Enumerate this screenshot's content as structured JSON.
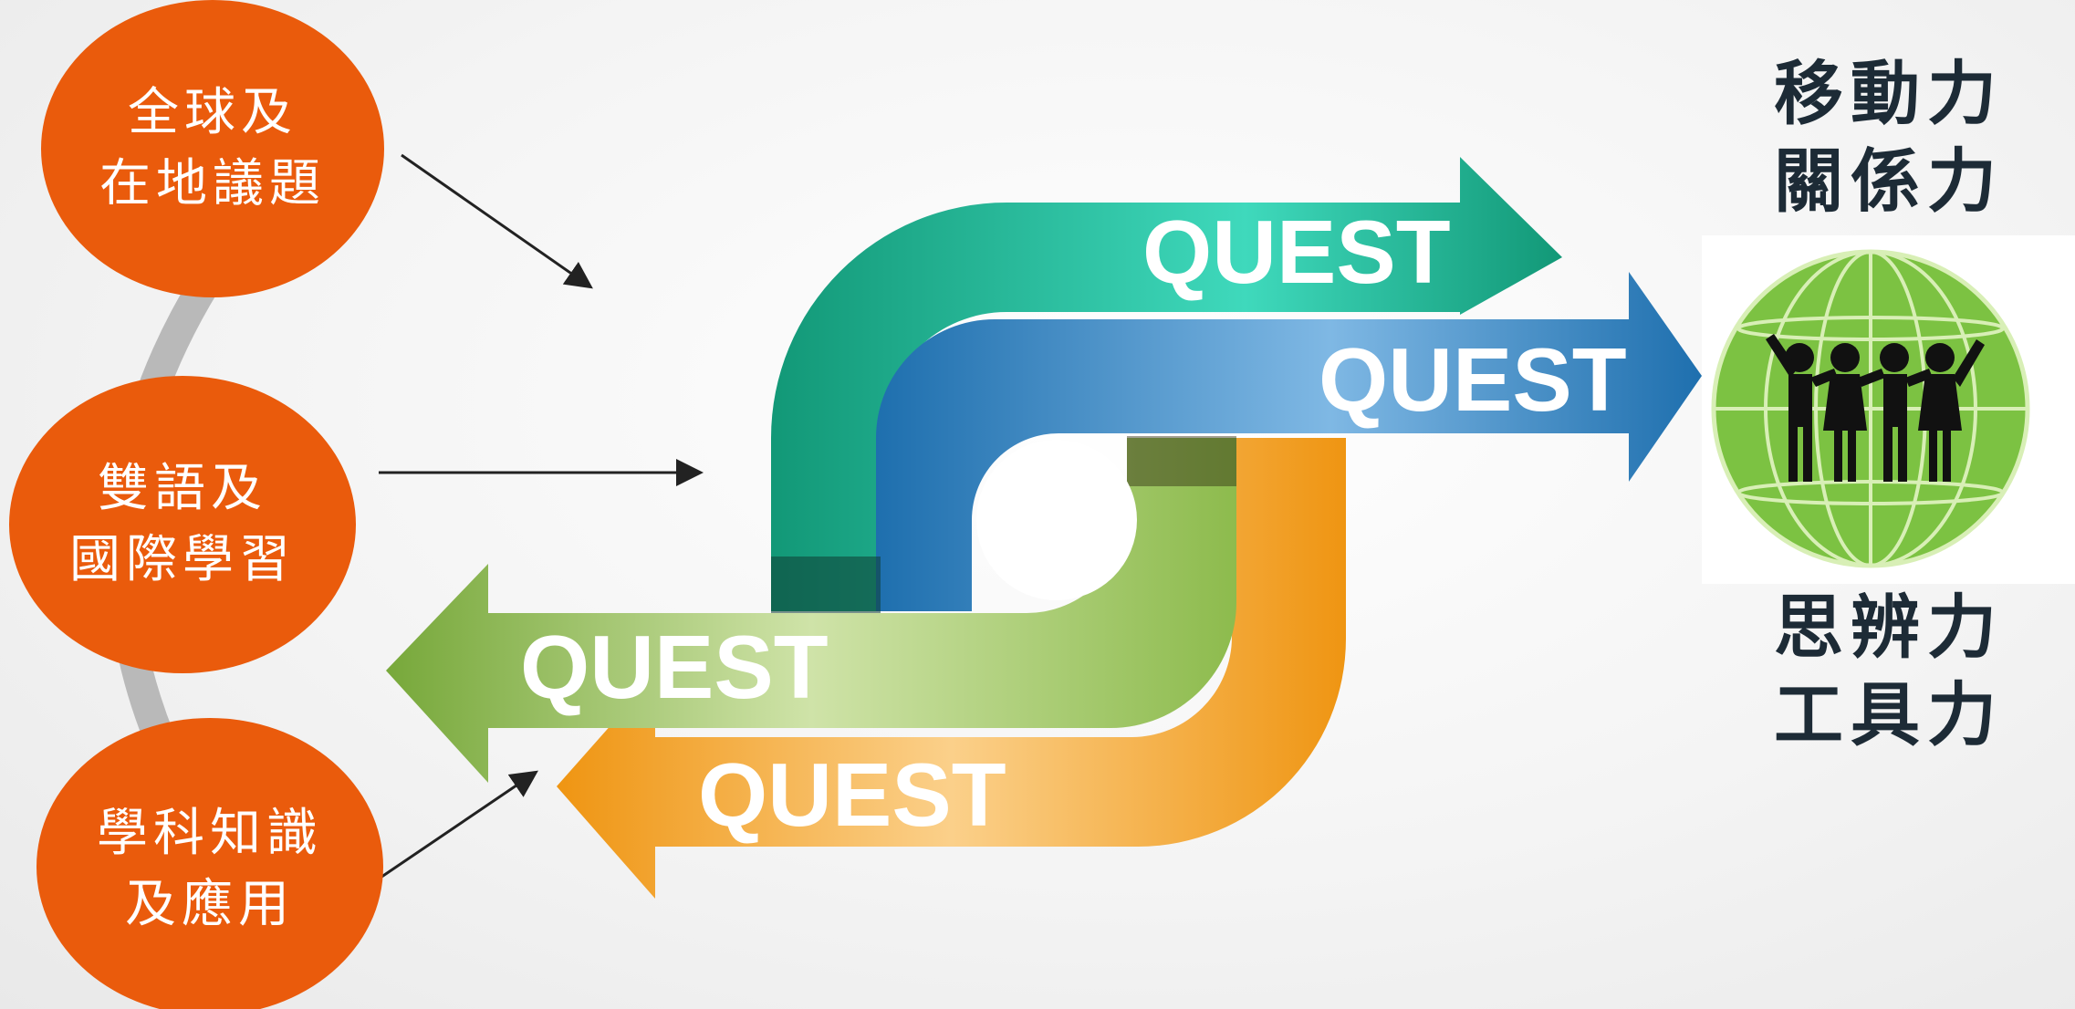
{
  "circles": [
    {
      "label": "全球及\n在地議題"
    },
    {
      "label": "雙語及\n國際學習"
    },
    {
      "label": "學科知識\n及應用"
    }
  ],
  "quest_arrows": [
    {
      "label": "QUEST",
      "color": "#1fa58a"
    },
    {
      "label": "QUEST",
      "color": "#2e86c6"
    },
    {
      "label": "QUEST",
      "color": "#8dbb4d"
    },
    {
      "label": "QUEST",
      "color": "#f0a020"
    }
  ],
  "skills": {
    "top": "移動力\n關係力",
    "bottom": "思辨力\n工具力"
  },
  "colors": {
    "circle": "#ea5b0c",
    "connector": "#b9b9b9",
    "globe": "#7cc242",
    "people": "#111111"
  },
  "icons": [
    "globe-people-icon",
    "arrow-icon"
  ]
}
